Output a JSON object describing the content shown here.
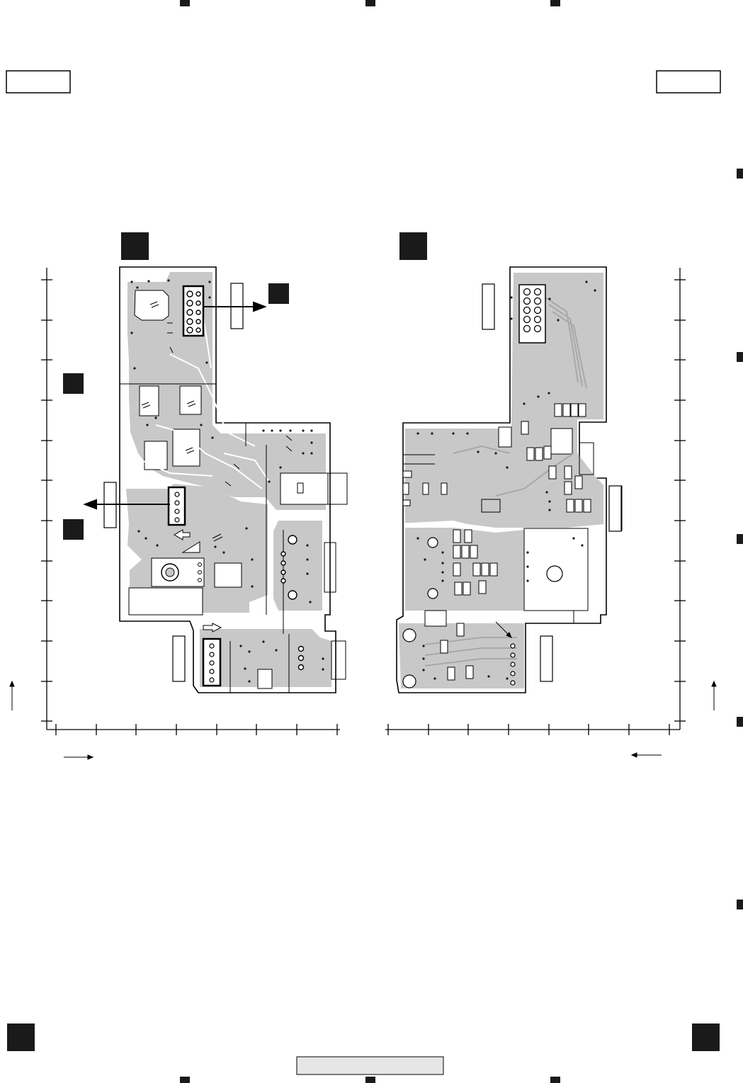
{
  "page": {
    "header_left_box": "",
    "header_right_box": "",
    "footer_box": ""
  },
  "colors": {
    "copper_fill": "#c8c8c8",
    "trace": "#a8a8a8",
    "outline": "#000000",
    "marker": "#1a1a1a",
    "background": "#ffffff"
  },
  "diagram": {
    "board_left": {
      "connectors": [
        "connector-top-5pin",
        "connector-side-4pin",
        "connector-bottom-5pin"
      ],
      "side_tags": [
        "top-tag",
        "left-tag",
        "bottom-tag",
        "right-jack-tag"
      ]
    },
    "board_right": {
      "connectors": [
        "connector-top-10pin",
        "connector-bottom-5pin"
      ],
      "side_tags": [
        "top-tag",
        "right-tag",
        "bottom-tag"
      ]
    },
    "icons": {
      "edge_marker": "square-marker-icon",
      "callout_marker": "square-callout-icon",
      "arrow": "arrow-icon"
    }
  }
}
